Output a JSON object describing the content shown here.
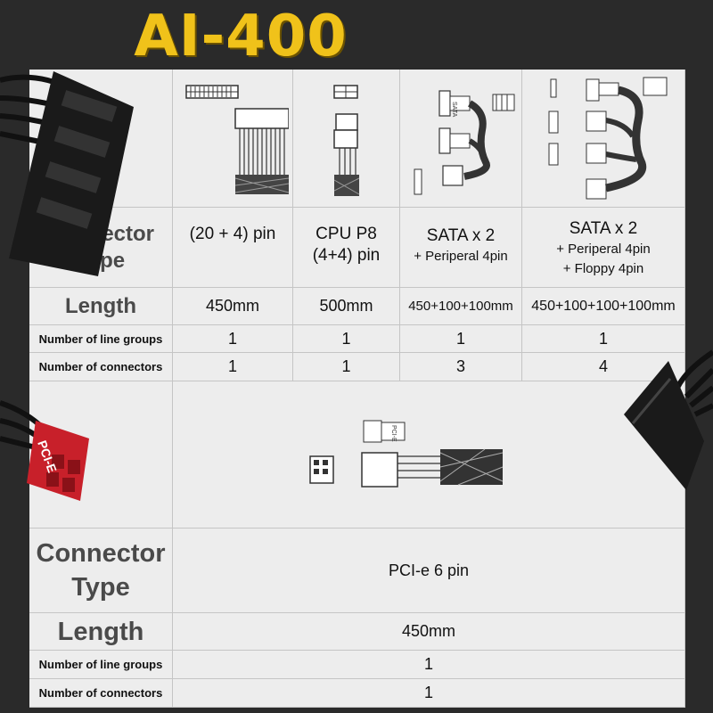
{
  "title": "AI-400",
  "top_table": {
    "row_labels": {
      "connector_type": "Connector Type",
      "length": "Length",
      "line_groups": "Number of line groups",
      "connectors": "Number of connectors"
    },
    "columns": [
      {
        "type": "(20 + 4)   pin",
        "type_sub": "",
        "type_sub2": "",
        "length": "450mm",
        "line_groups": "1",
        "connectors": "1",
        "image": "atx-24pin-cable-icon"
      },
      {
        "type": "CPU P8",
        "type_sub": "(4+4) pin",
        "type_sub2": "",
        "length": "500mm",
        "line_groups": "1",
        "connectors": "1",
        "image": "cpu-8pin-cable-icon"
      },
      {
        "type": "SATA x 2",
        "type_sub": "+ Periperal 4pin",
        "type_sub2": "",
        "length": "450+100+100mm",
        "line_groups": "1",
        "connectors": "3",
        "image": "sata-cable-icon"
      },
      {
        "type": "SATA x 2",
        "type_sub": "+ Periperal 4pin",
        "type_sub2": "+ Floppy 4pin",
        "length": "450+100+100+100mm",
        "line_groups": "1",
        "connectors": "4",
        "image": "sata-floppy-cable-icon"
      }
    ]
  },
  "bottom_table": {
    "row_labels": {
      "connector_type": "Connector Type",
      "length": "Length",
      "line_groups": "Number of line groups",
      "connectors": "Number of connectors"
    },
    "type": "PCI-e 6 pin",
    "length": "450mm",
    "line_groups": "1",
    "connectors": "1",
    "image": "pcie-cable-icon"
  },
  "photo_labels": {
    "pcie_plug": "PCI-E",
    "pcie_small": "PCI-E"
  },
  "colors": {
    "title": "#f0c21a",
    "background": "#2a2a2a",
    "board": "#ededed",
    "pcie_plug": "#c8202a"
  }
}
